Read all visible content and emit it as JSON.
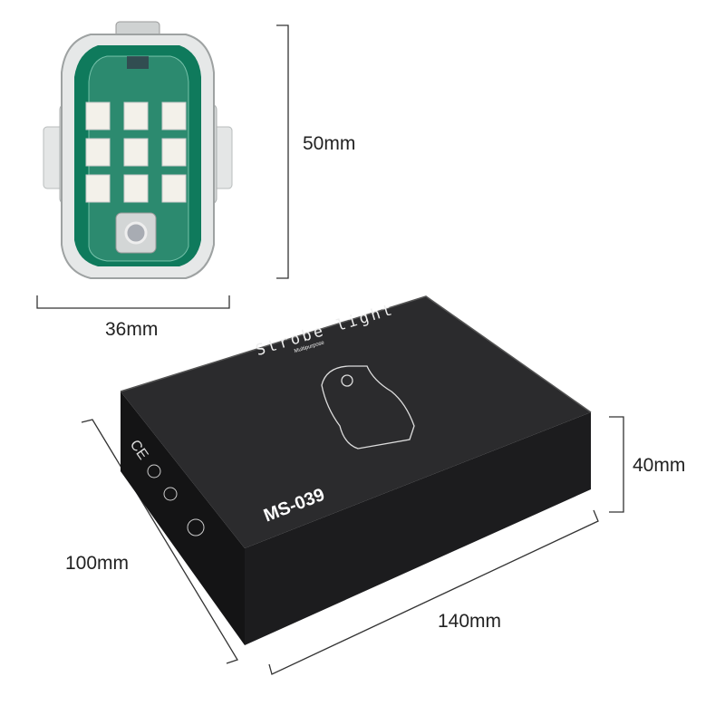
{
  "product": {
    "name": "Strobe light",
    "subtitle": "Multipurpose",
    "model": "MS-039"
  },
  "dimensions": {
    "light_height": "50mm",
    "light_width": "36mm",
    "box_height": "40mm",
    "box_depth": "100mm",
    "box_length": "140mm"
  },
  "colors": {
    "pcb_green": "#0f7a5c",
    "box_black": "#1d1d1f",
    "shell_gray": "#d9dcdc"
  }
}
